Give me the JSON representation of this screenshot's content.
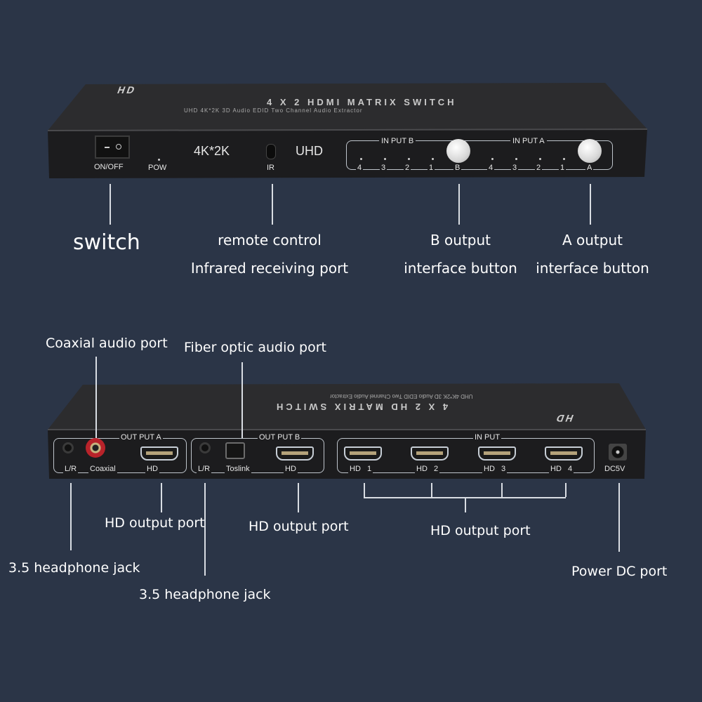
{
  "colors": {
    "background": "#2b3547",
    "device_body": "#1f1f21",
    "device_top": "#2c2c2e"
  },
  "front": {
    "top_title": "4 X 2 HDMI MATRIX SWITCH",
    "top_subtitle": "UHD 4K*2K 3D Audio EDID Two Channel Audio Extractor",
    "logo": "HD",
    "on_off": "ON/OFF",
    "pow": "POW",
    "k4": "4K*2K",
    "ir": "IR",
    "uhd": "UHD",
    "input_b": "IN PUT B",
    "input_a": "IN PUT A",
    "b_nums": [
      "4",
      "3",
      "2",
      "1",
      "B"
    ],
    "a_nums": [
      "4",
      "3",
      "2",
      "1",
      "A"
    ]
  },
  "back": {
    "top_title": "4 X 2 HD MATRIX SWITCH",
    "top_subtitle": "UHD 4K*2K 3D Audio EDID Two Channel Audio Extractor",
    "logo": "HD",
    "output_a": "OUT PUT A",
    "output_b": "OUT PUT B",
    "input": "IN PUT",
    "lr_a": "L/R",
    "coaxial": "Coaxial",
    "hd_a": "HD",
    "lr_b": "L/R",
    "toslink": "Toslink",
    "hd_b": "HD",
    "inputs": [
      "HD   1",
      "HD   2",
      "HD   3",
      "HD   4"
    ],
    "dc": "DC5V"
  },
  "labels": {
    "switch": "switch",
    "remote_1": "remote control",
    "remote_2": "Infrared receiving port",
    "b_out_1": "B output",
    "b_out_2": "interface button",
    "a_out_1": "A output",
    "a_out_2": "interface button",
    "coaxial_port": "Coaxial audio port",
    "fiber_port": "Fiber optic audio port",
    "hd_out_1": "HD output port",
    "hd_out_2": "HD output port",
    "hd_out_3": "HD output port",
    "jack_1": "3.5 headphone jack",
    "jack_2": "3.5 headphone jack",
    "power": "Power DC port"
  }
}
